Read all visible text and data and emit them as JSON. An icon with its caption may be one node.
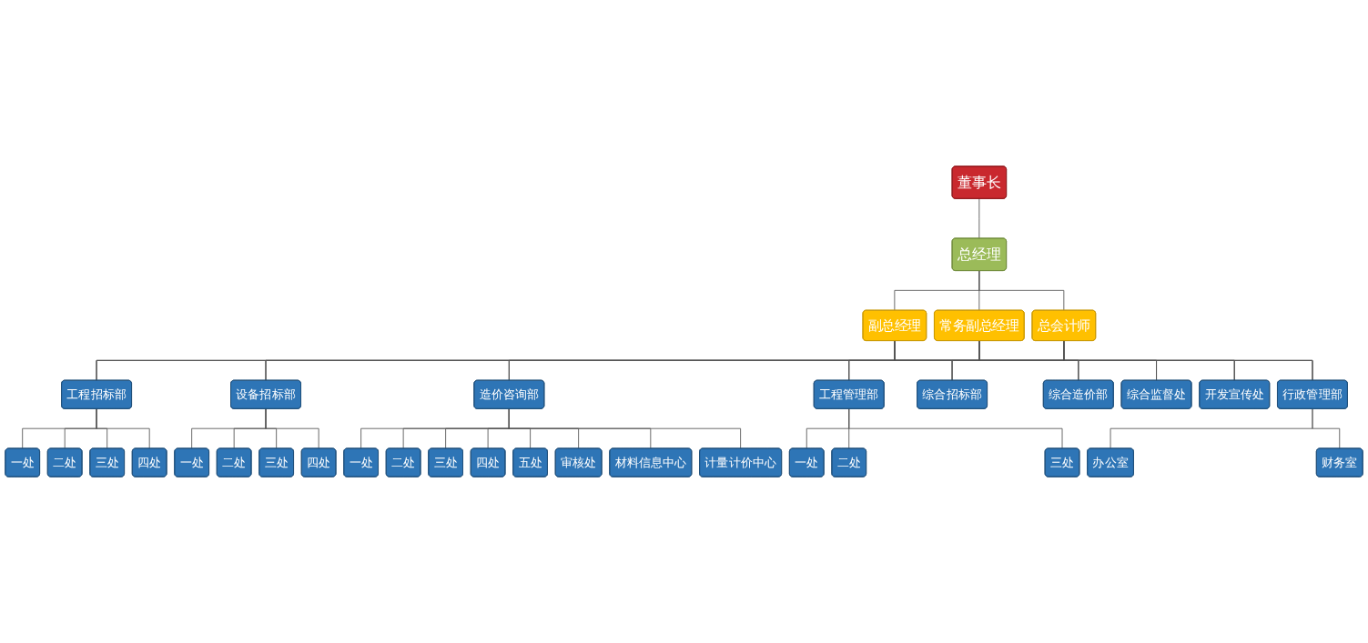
{
  "diagram": {
    "nodes": [
      {
        "text": [
          "董事长"
        ]
      },
      {
        "text": [
          "总经理"
        ]
      },
      {
        "text": [
          "副总经理"
        ]
      },
      {
        "text": [
          "常务副总经理"
        ]
      },
      {
        "text": [
          "总会计师"
        ]
      },
      {
        "text": [
          "工程招标部"
        ]
      },
      {
        "text": [
          "设备招标部"
        ]
      },
      {
        "text": [
          "造价咨询部"
        ]
      },
      {
        "text": [
          "工程管理部"
        ]
      },
      {
        "text": [
          "综合招标部"
        ]
      },
      {
        "text": [
          "综合造价部"
        ]
      },
      {
        "text": [
          "综合监督处"
        ]
      },
      {
        "text": [
          "开发宣传处"
        ]
      },
      {
        "text": [
          "行政管理部"
        ]
      },
      {
        "text": [
          "一处"
        ]
      },
      {
        "text": [
          "二处"
        ]
      },
      {
        "text": [
          "三处"
        ]
      },
      {
        "text": [
          "四处"
        ]
      },
      {
        "text": [
          "一处"
        ]
      },
      {
        "text": [
          "二处"
        ]
      },
      {
        "text": [
          "三处"
        ]
      },
      {
        "text": [
          "四处"
        ]
      },
      {
        "text": [
          "一处"
        ]
      },
      {
        "text": [
          "二处"
        ]
      },
      {
        "text": [
          "三处"
        ]
      },
      {
        "text": [
          "四处"
        ]
      },
      {
        "text": [
          "五处"
        ]
      },
      {
        "text": [
          "审核处"
        ]
      },
      {
        "text": [
          "材料信息中心"
        ]
      },
      {
        "text": [
          "计量计价中心"
        ]
      },
      {
        "text": [
          "一处"
        ]
      },
      {
        "text": [
          "二处"
        ]
      },
      {
        "text": [
          "三处"
        ]
      },
      {
        "text": [
          "办公室"
        ]
      },
      {
        "text": [
          "财务室"
        ]
      }
    ],
    "edges": [
      {
        "from": 0,
        "to": 1,
        "arrow": "none"
      },
      {
        "from": 1,
        "to": 2,
        "arrow": "none"
      },
      {
        "from": 1,
        "to": 3,
        "arrow": "none"
      },
      {
        "from": 1,
        "to": 4,
        "arrow": "none"
      },
      {
        "from": 2,
        "to": 5,
        "arrow": "none"
      },
      {
        "from": 2,
        "to": 6,
        "arrow": "none"
      },
      {
        "from": 2,
        "to": 7,
        "arrow": "none"
      },
      {
        "from": 2,
        "to": 8,
        "arrow": "none"
      },
      {
        "from": 2,
        "to": 9,
        "arrow": "none"
      },
      {
        "from": 2,
        "to": 10,
        "arrow": "none"
      },
      {
        "from": 2,
        "to": 11,
        "arrow": "none"
      },
      {
        "from": 2,
        "to": 12,
        "arrow": "none"
      },
      {
        "from": 2,
        "to": 13,
        "arrow": "none"
      },
      {
        "from": 3,
        "to": 5,
        "arrow": "none"
      },
      {
        "from": 3,
        "to": 6,
        "arrow": "none"
      },
      {
        "from": 3,
        "to": 7,
        "arrow": "none"
      },
      {
        "from": 3,
        "to": 8,
        "arrow": "none"
      },
      {
        "from": 3,
        "to": 9,
        "arrow": "none"
      },
      {
        "from": 3,
        "to": 10,
        "arrow": "none"
      },
      {
        "from": 3,
        "to": 11,
        "arrow": "none"
      },
      {
        "from": 3,
        "to": 12,
        "arrow": "none"
      },
      {
        "from": 3,
        "to": 13,
        "arrow": "none"
      },
      {
        "from": 4,
        "to": 5,
        "arrow": "none"
      },
      {
        "from": 4,
        "to": 6,
        "arrow": "none"
      },
      {
        "from": 4,
        "to": 7,
        "arrow": "none"
      },
      {
        "from": 4,
        "to": 8,
        "arrow": "none"
      },
      {
        "from": 4,
        "to": 9,
        "arrow": "none"
      },
      {
        "from": 4,
        "to": 10,
        "arrow": "none"
      },
      {
        "from": 4,
        "to": 11,
        "arrow": "none"
      },
      {
        "from": 4,
        "to": 12,
        "arrow": "none"
      },
      {
        "from": 4,
        "to": 13,
        "arrow": "none"
      },
      {
        "from": 5,
        "to": 14,
        "arrow": "none"
      },
      {
        "from": 5,
        "to": 15,
        "arrow": "none"
      },
      {
        "from": 5,
        "to": 16,
        "arrow": "none"
      },
      {
        "from": 5,
        "to": 17,
        "arrow": "none"
      },
      {
        "from": 6,
        "to": 18,
        "arrow": "none"
      },
      {
        "from": 6,
        "to": 19,
        "arrow": "none"
      },
      {
        "from": 6,
        "to": 20,
        "arrow": "none"
      },
      {
        "from": 6,
        "to": 21,
        "arrow": "none"
      },
      {
        "from": 7,
        "to": 22,
        "arrow": "none"
      },
      {
        "from": 7,
        "to": 23,
        "arrow": "none"
      },
      {
        "from": 7,
        "to": 24,
        "arrow": "none"
      },
      {
        "from": 7,
        "to": 25,
        "arrow": "none"
      },
      {
        "from": 7,
        "to": 26,
        "arrow": "none"
      },
      {
        "from": 7,
        "to": 27,
        "arrow": "none"
      },
      {
        "from": 7,
        "to": 28,
        "arrow": "none"
      },
      {
        "from": 7,
        "to": 29,
        "arrow": "none"
      },
      {
        "from": 8,
        "to": 30,
        "arrow": "none"
      },
      {
        "from": 8,
        "to": 31,
        "arrow": "none"
      },
      {
        "from": 8,
        "to": 32,
        "arrow": "none"
      },
      {
        "from": 13,
        "to": 33,
        "arrow": "none"
      },
      {
        "from": 13,
        "to": 34,
        "arrow": "none"
      }
    ]
  }
}
